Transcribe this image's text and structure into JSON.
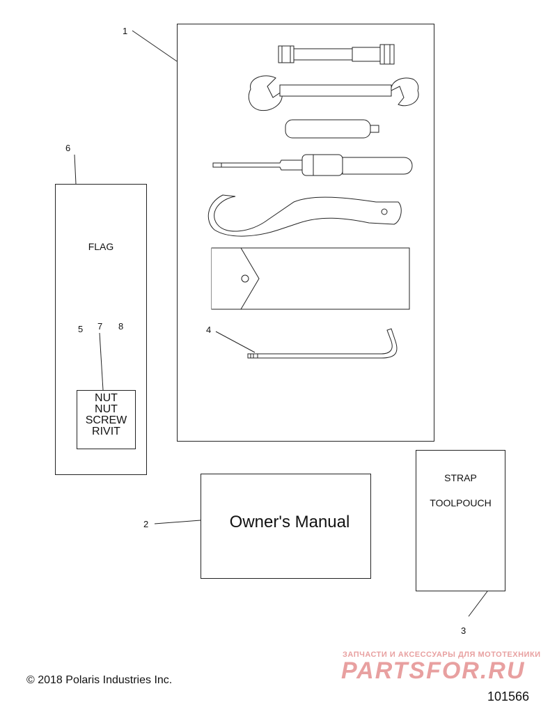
{
  "callouts": {
    "c1": "1",
    "c2": "2",
    "c3": "3",
    "c4": "4",
    "c5": "5",
    "c6": "6",
    "c7": "7",
    "c8": "8"
  },
  "flag_label": "FLAG",
  "hardware_bag": [
    "NUT",
    "NUT",
    "SCREW",
    "RIVIT"
  ],
  "manual_label": "Owner's Manual",
  "pouch_labels": {
    "strap": "STRAP",
    "toolpouch": "TOOLPOUCH"
  },
  "copyright": "© 2018 Polaris Industries Inc.",
  "watermark": {
    "tagline": "ЗАПЧАСТИ И АКСЕССУАРЫ ДЛЯ МОТОТЕХНИКИ",
    "brand": "PARTSFOR.RU",
    "color": "#e8a0a0"
  },
  "diagram_number": "101566"
}
